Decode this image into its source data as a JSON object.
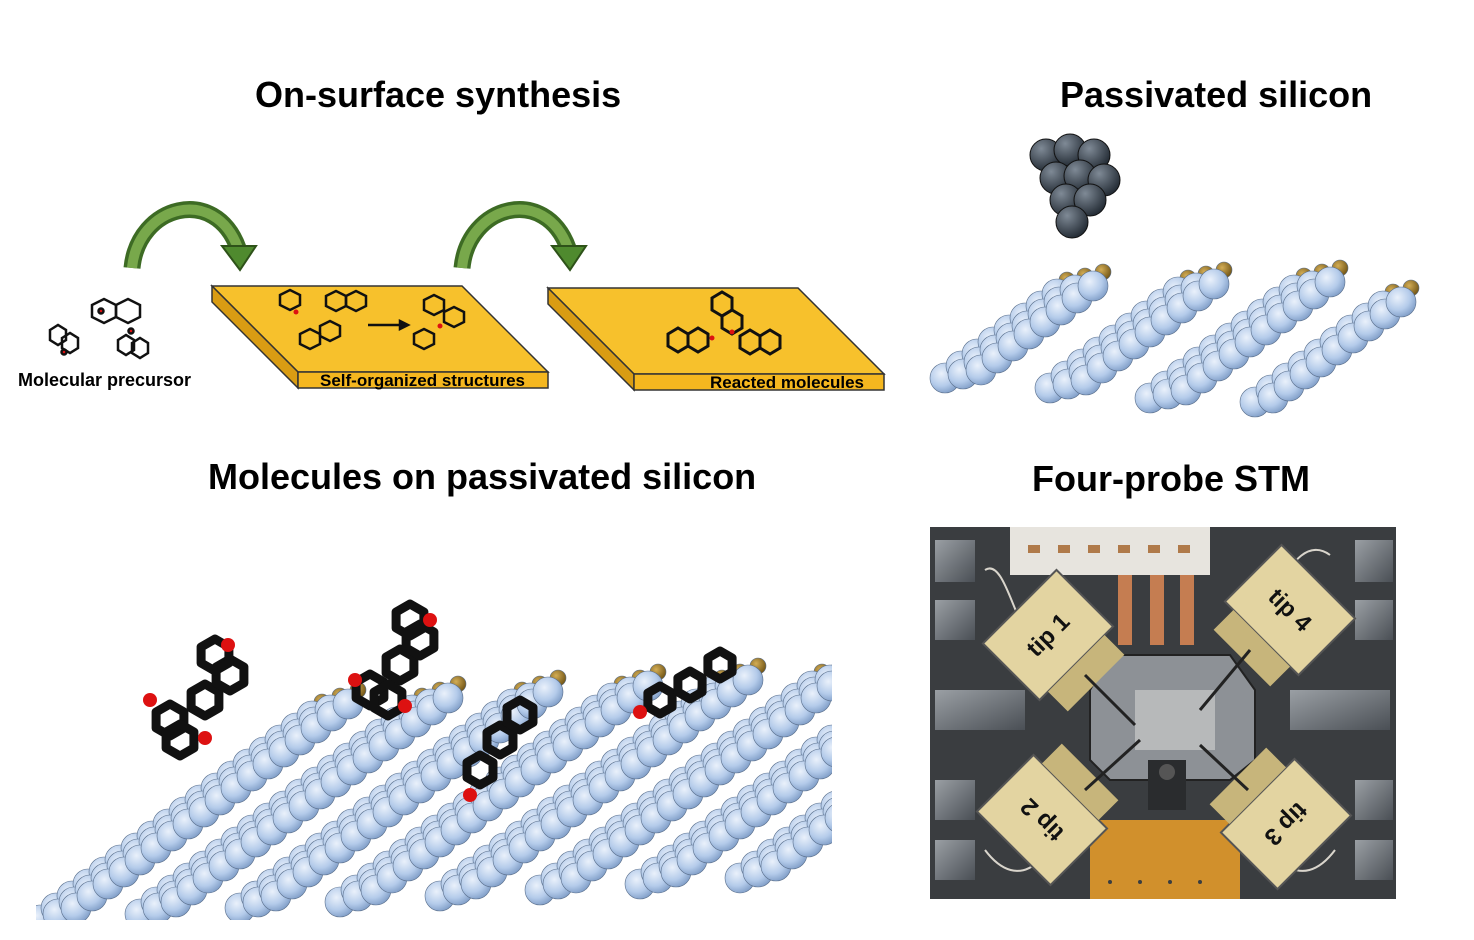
{
  "titles": {
    "synthesis": "On-surface synthesis",
    "passivated": "Passivated silicon",
    "molecules": "Molecules on passivated silicon",
    "stm": "Four-probe STM"
  },
  "labels": {
    "precursor": "Molecular precursor",
    "self_organized": "Self-organized structures",
    "reacted": "Reacted molecules"
  },
  "stm_tips": [
    "tip 1",
    "tip 2",
    "tip 3",
    "tip 4"
  ],
  "colors": {
    "si_atom": "#b4cbea",
    "h_atom": "#8b6a1e",
    "substrate": "#f7c12c",
    "arrow": "#3d6b24",
    "molecule": "#111111",
    "oxygen": "#dd1111"
  }
}
